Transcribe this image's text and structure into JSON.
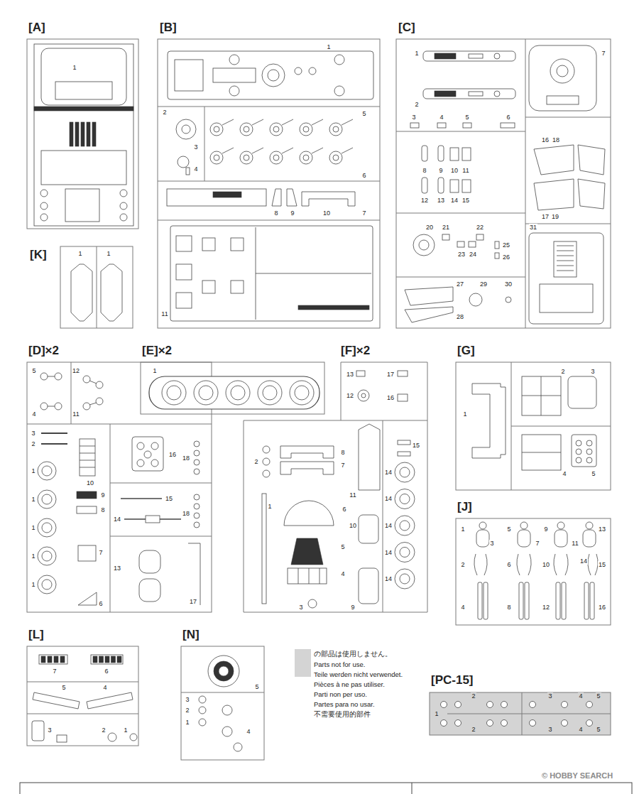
{
  "diagram": {
    "nodes": [
      {
        "text": [
          "[A]"
        ]
      },
      {
        "text": [
          "[B]"
        ]
      },
      {
        "text": [
          "[C]"
        ]
      },
      {
        "text": [
          "[K]"
        ]
      },
      {
        "text": [
          "[D]×2"
        ]
      },
      {
        "text": [
          "[E]×2"
        ]
      },
      {
        "text": [
          "[F]×2"
        ]
      },
      {
        "text": [
          "[G]"
        ]
      },
      {
        "text": [
          "[J]"
        ]
      },
      {
        "text": [
          "[L]"
        ]
      },
      {
        "text": [
          "[N]"
        ]
      },
      {
        "text": [
          "[PC-15]"
        ]
      }
    ],
    "labels": [
      "1",
      "1",
      "1",
      "1",
      "2",
      "3",
      "4",
      "5",
      "6",
      "7",
      "8",
      "9",
      "10",
      "11",
      "1",
      "2",
      "3",
      "4",
      "5",
      "6",
      "7",
      "8",
      "9",
      "10",
      "11",
      "12",
      "13",
      "14",
      "15",
      "16",
      "18",
      "17",
      "19",
      "20",
      "21",
      "22",
      "23",
      "24",
      "25",
      "26",
      "27",
      "28",
      "29",
      "30",
      "31",
      "5",
      "4",
      "12",
      "11",
      "3",
      "2",
      "1",
      "1",
      "1",
      "1",
      "1",
      "10",
      "16",
      "18",
      "18",
      "9",
      "8",
      "15",
      "14",
      "7",
      "6",
      "13",
      "17",
      "1",
      "13",
      "17",
      "12",
      "16",
      "8",
      "7",
      "2",
      "15",
      "11",
      "6",
      "14",
      "14",
      "14",
      "14",
      "14",
      "1",
      "5",
      "10",
      "4",
      "9",
      "3",
      "1",
      "2",
      "3",
      "4",
      "5",
      "1",
      "3",
      "2",
      "4",
      "5",
      "7",
      "6",
      "8",
      "9",
      "11",
      "10",
      "12",
      "13",
      "14",
      "15",
      "16",
      "7",
      "6",
      "5",
      "4",
      "3",
      "2",
      "1",
      "5",
      "3",
      "2",
      "1",
      "4",
      "1",
      "2",
      "2",
      "3",
      "3",
      "4",
      "4",
      "5",
      "5",
      "Parts not for use.",
      "Teile werden nicht verwendet.",
      "Pièces à ne pas utiliser.",
      "Parti non per uso.",
      "Partes para no usar.",
      "不需要使用的部件",
      "© HOBBY SEARCH"
    ],
    "legend": [
      {
        "text": "の部品は使用しません。",
        "color": "#d4d4d4"
      }
    ]
  }
}
